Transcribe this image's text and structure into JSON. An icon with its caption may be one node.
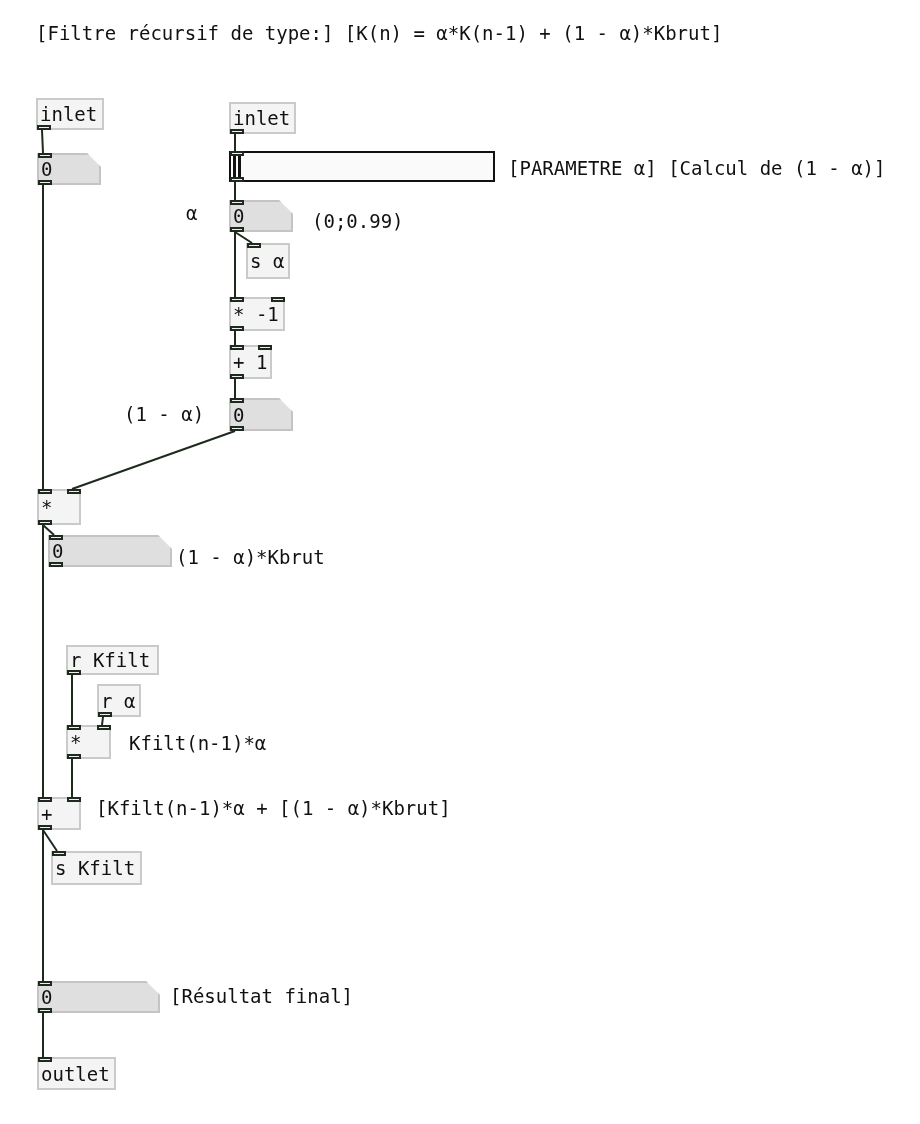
{
  "diagram": {
    "title": "[Filtre récursif de type:] [K(n) = α*K(n-1) + (1 - α)*Kbrut]",
    "nodes": [
      {
        "text": [
          "inlet"
        ]
      },
      {
        "text": [
          "0"
        ]
      },
      {
        "text": [
          "inlet"
        ]
      },
      {
        "text": [],
        "shape": "slider",
        "beside": [
          "[PARAMETRE α] [Calcul de (1 - α)]"
        ]
      },
      {
        "text": [
          "0"
        ],
        "beside": [
          "α",
          "(0;0.99)"
        ]
      },
      {
        "text": [
          "s α"
        ]
      },
      {
        "text": [
          "* -1"
        ]
      },
      {
        "text": [
          "+ 1"
        ]
      },
      {
        "text": [
          "0"
        ],
        "beside": [
          "(1 - α)"
        ]
      },
      {
        "text": [
          "*"
        ]
      },
      {
        "text": [
          "0"
        ],
        "beside": [
          "(1 - α)*Kbrut"
        ]
      },
      {
        "text": [
          "r Kfilt"
        ]
      },
      {
        "text": [
          "r α"
        ]
      },
      {
        "text": [
          "*"
        ],
        "beside": [
          "Kfilt(n-1)*α"
        ]
      },
      {
        "text": [
          "+"
        ],
        "beside": [
          "[Kfilt(n-1)*α + [(1 - α)*Kbrut]"
        ]
      },
      {
        "text": [
          "s Kfilt"
        ]
      },
      {
        "text": [
          "0"
        ],
        "beside": [
          "[Résultat final]"
        ]
      },
      {
        "text": [
          "outlet"
        ]
      }
    ],
    "edges": [
      {
        "from": 0,
        "to": 1,
        "arrow": "none"
      },
      {
        "from": 1,
        "to": 9,
        "arrow": "none"
      },
      {
        "from": 2,
        "to": 3,
        "arrow": "none"
      },
      {
        "from": 3,
        "to": 4,
        "arrow": "none"
      },
      {
        "from": 4,
        "to": 5,
        "arrow": "none"
      },
      {
        "from": 4,
        "to": 6,
        "arrow": "none"
      },
      {
        "from": 6,
        "to": 7,
        "arrow": "none"
      },
      {
        "from": 7,
        "to": 8,
        "arrow": "none"
      },
      {
        "from": 8,
        "to": 9,
        "arrow": "none"
      },
      {
        "from": 9,
        "to": 10,
        "arrow": "none"
      },
      {
        "from": 9,
        "to": 14,
        "arrow": "none"
      },
      {
        "from": 11,
        "to": 13,
        "arrow": "none"
      },
      {
        "from": 12,
        "to": 13,
        "arrow": "none"
      },
      {
        "from": 13,
        "to": 14,
        "arrow": "none"
      },
      {
        "from": 14,
        "to": 15,
        "arrow": "none"
      },
      {
        "from": 14,
        "to": 16,
        "arrow": "none"
      },
      {
        "from": 16,
        "to": 17,
        "arrow": "none"
      }
    ]
  }
}
